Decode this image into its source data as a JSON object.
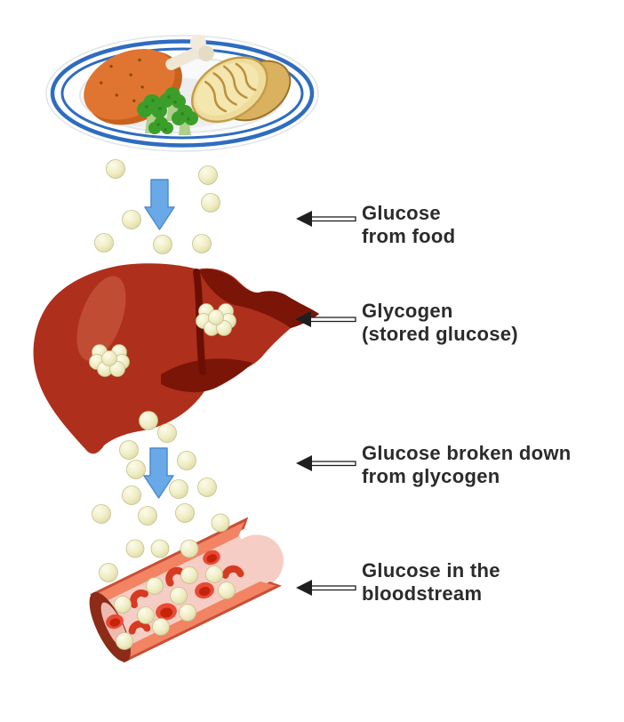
{
  "diagram": {
    "labels": [
      {
        "line1": "Glucose",
        "line2": "from food"
      },
      {
        "line1": "Glycogen",
        "line2": "(stored glucose)"
      },
      {
        "line1": "Glucose broken down",
        "line2": "from glycogen"
      },
      {
        "line1": "Glucose in the",
        "line2": "bloodstream"
      }
    ],
    "icons": [
      "plate-of-food",
      "down-arrow-icon",
      "pointer-arrow-icon",
      "glucose-dot",
      "liver-illustration",
      "glycogen-cluster",
      "blood-vessel-illustration",
      "red-blood-cell"
    ]
  },
  "colors": {
    "label_text": "#2b2b2b",
    "arrow_black": "#1f1f1f",
    "arrow_blue_fill": "#69a9e7",
    "arrow_blue_edge": "#4d8bd0",
    "glucose_fill": "#f0eec5",
    "glucose_edge": "#c6c08c",
    "liver_red": "#ae2f1b",
    "liver_dark": "#7a1507",
    "liver_highlight": "#c04c34",
    "plate_ring_blue": "#2e6cc0",
    "drumstick_orange": "#df7530",
    "broccoli_green": "#3b9e2a",
    "bread_tan": "#eedc9b",
    "vessel_wall": "#f28463",
    "vessel_wall_edge": "#c94f35",
    "vessel_inner": "#f6cdc4",
    "vessel_cap": "#8c2b18",
    "rbc_red": "#e94a34",
    "rbc_dark": "#c6230d"
  }
}
